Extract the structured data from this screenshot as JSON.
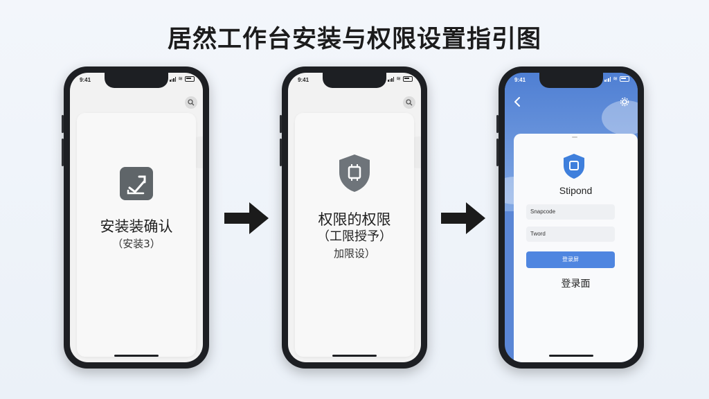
{
  "title": "居然工作台安装与权限设置指引图",
  "status_time": "9:41",
  "phone1": {
    "heading": "安装装确认",
    "sub": "（安装3）"
  },
  "phone2": {
    "line1": "权限的权限",
    "line2": "（工限授予）",
    "line3": "加限设）"
  },
  "phone3": {
    "brand": "Stipond",
    "field1": "Snapcode",
    "field2": "Tword",
    "button": "登录屏",
    "caption": "登录面"
  },
  "colors": {
    "brand_blue": "#4f86e0",
    "shield_blue": "#3f7fdc",
    "shield_gray": "#6e747a",
    "arrow": "#1b1b1b"
  },
  "icons": [
    "search-icon",
    "install-icon",
    "shield-icon",
    "back-icon",
    "settings-icon",
    "arrow-right-icon"
  ]
}
